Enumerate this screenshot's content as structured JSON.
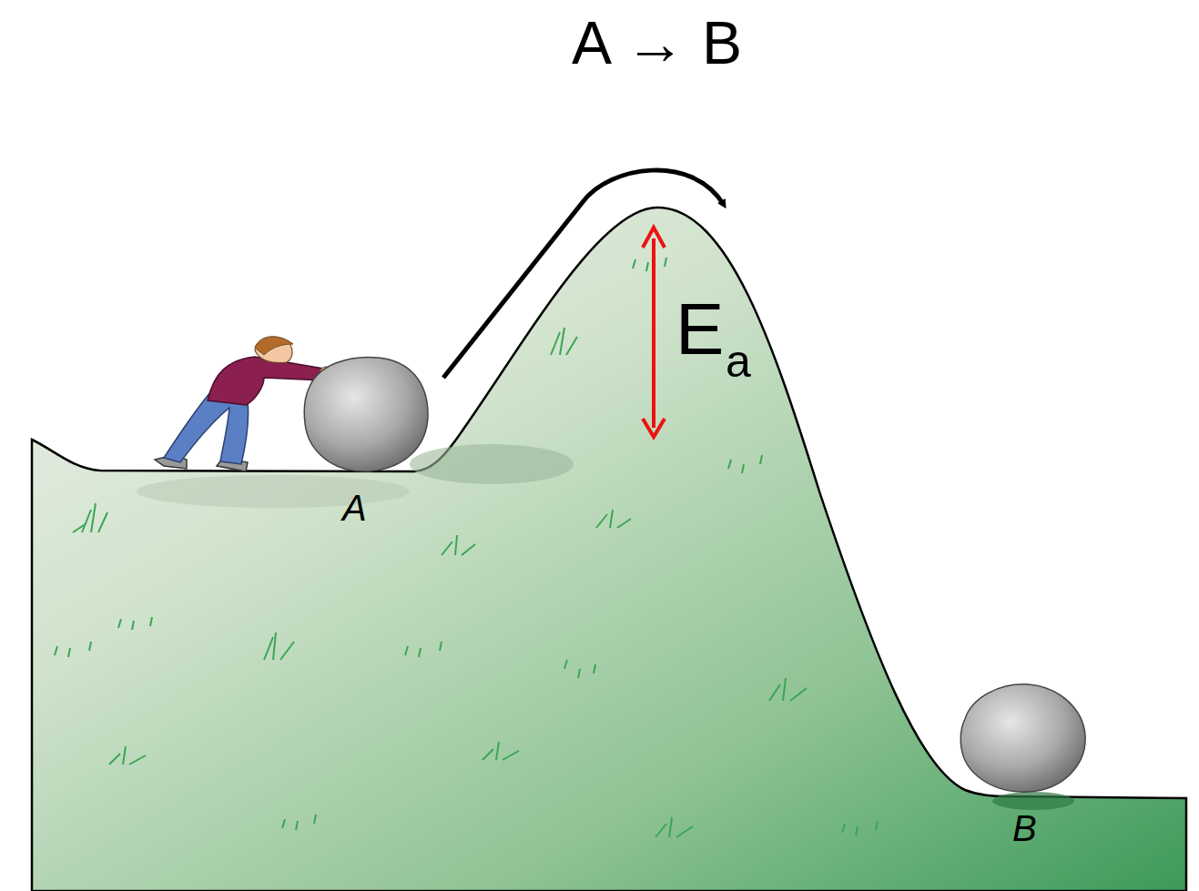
{
  "diagram": {
    "title": "A → B",
    "labels": [
      "E",
      "a",
      "A",
      "B"
    ]
  }
}
